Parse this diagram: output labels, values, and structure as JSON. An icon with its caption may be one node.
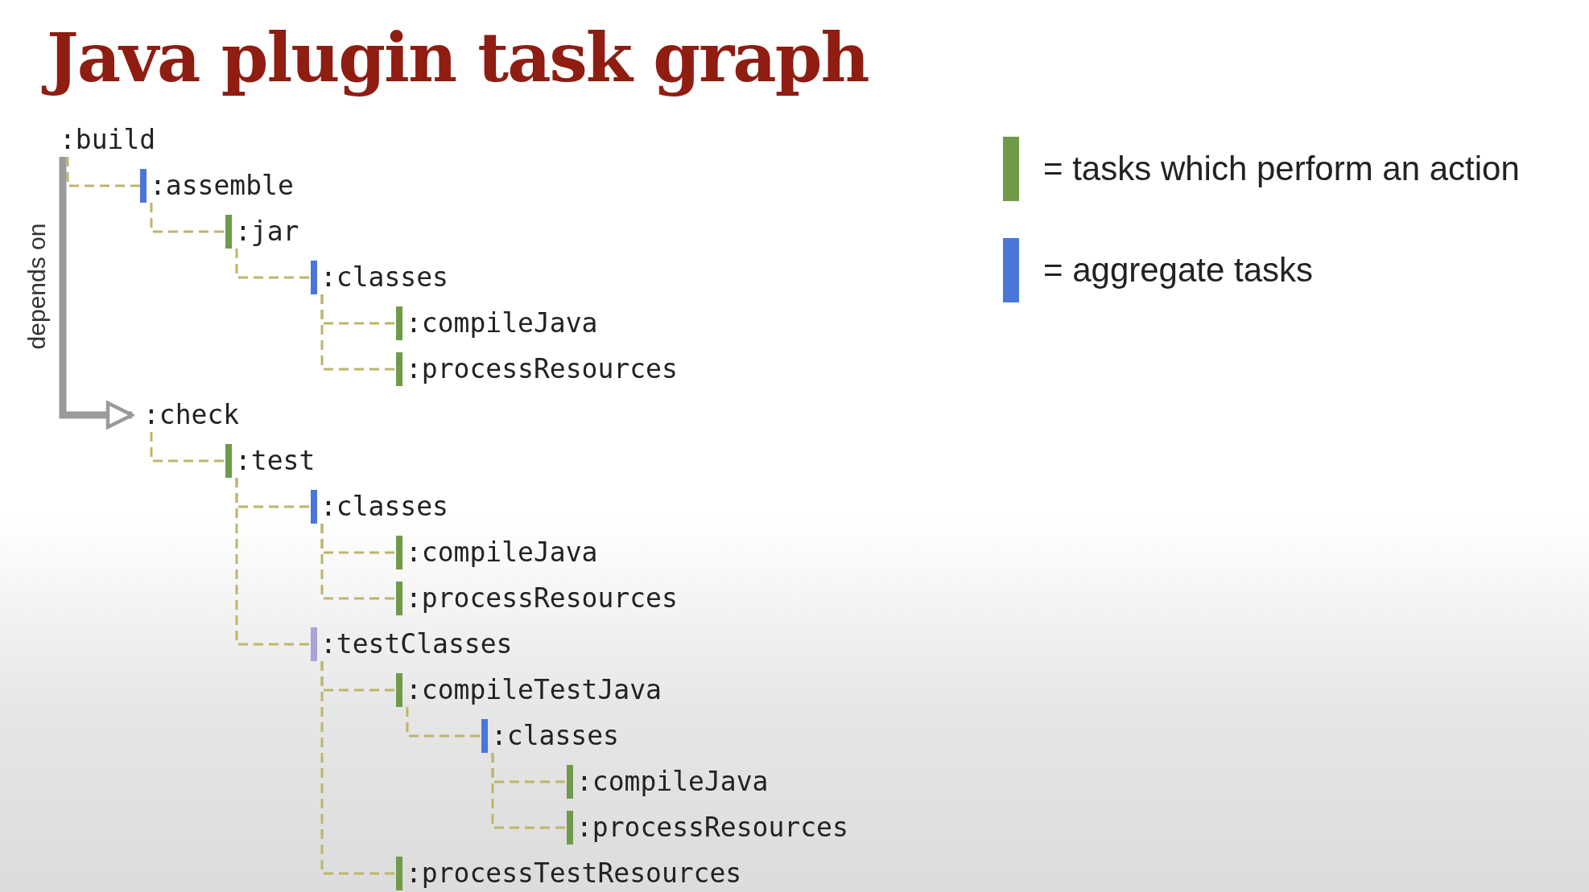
{
  "diagram": {
    "title": "Java plugin task graph",
    "nodes": [
      {
        "text": [
          ":build"
        ]
      },
      {
        "text": [
          ":assemble"
        ]
      },
      {
        "text": [
          ":jar"
        ]
      },
      {
        "text": [
          ":classes"
        ]
      },
      {
        "text": [
          ":compileJava"
        ]
      },
      {
        "text": [
          ":processResources"
        ]
      },
      {
        "text": [
          ":check"
        ]
      },
      {
        "text": [
          ":test"
        ]
      },
      {
        "text": [
          ":classes"
        ]
      },
      {
        "text": [
          ":compileJava"
        ]
      },
      {
        "text": [
          ":processResources"
        ]
      },
      {
        "text": [
          ":testClasses"
        ]
      },
      {
        "text": [
          ":compileTestJava"
        ]
      },
      {
        "text": [
          ":classes"
        ]
      },
      {
        "text": [
          ":compileJava"
        ]
      },
      {
        "text": [
          ":processResources"
        ]
      },
      {
        "text": [
          ":processTestResources"
        ]
      }
    ],
    "edges": [
      {
        "from": 0,
        "to": 1,
        "arrow": "none",
        "style": "dashed"
      },
      {
        "from": 1,
        "to": 2,
        "arrow": "none",
        "style": "dashed"
      },
      {
        "from": 2,
        "to": 3,
        "arrow": "none",
        "style": "dashed"
      },
      {
        "from": 3,
        "to": 4,
        "arrow": "none",
        "style": "dashed"
      },
      {
        "from": 3,
        "to": 5,
        "arrow": "none",
        "style": "dashed"
      },
      {
        "from": 0,
        "to": 6,
        "arrow": "to",
        "label": "depends on",
        "style": "thick",
        "color": "#9a9a9a"
      },
      {
        "from": 6,
        "to": 7,
        "arrow": "none",
        "style": "dashed"
      },
      {
        "from": 7,
        "to": 8,
        "arrow": "none",
        "style": "dashed"
      },
      {
        "from": 8,
        "to": 9,
        "arrow": "none",
        "style": "dashed"
      },
      {
        "from": 8,
        "to": 10,
        "arrow": "none",
        "style": "dashed"
      },
      {
        "from": 7,
        "to": 11,
        "arrow": "none",
        "style": "dashed"
      },
      {
        "from": 11,
        "to": 12,
        "arrow": "none",
        "style": "dashed"
      },
      {
        "from": 12,
        "to": 13,
        "arrow": "none",
        "style": "dashed"
      },
      {
        "from": 13,
        "to": 14,
        "arrow": "none",
        "style": "dashed"
      },
      {
        "from": 13,
        "to": 15,
        "arrow": "none",
        "style": "dashed"
      },
      {
        "from": 11,
        "to": 16,
        "arrow": "none",
        "style": "dashed"
      }
    ],
    "legend": [
      {
        "text": "= tasks which perform an action",
        "color": "#6f9a4a"
      },
      {
        "text": "= aggregate tasks",
        "color": "#4a76d8"
      }
    ]
  }
}
